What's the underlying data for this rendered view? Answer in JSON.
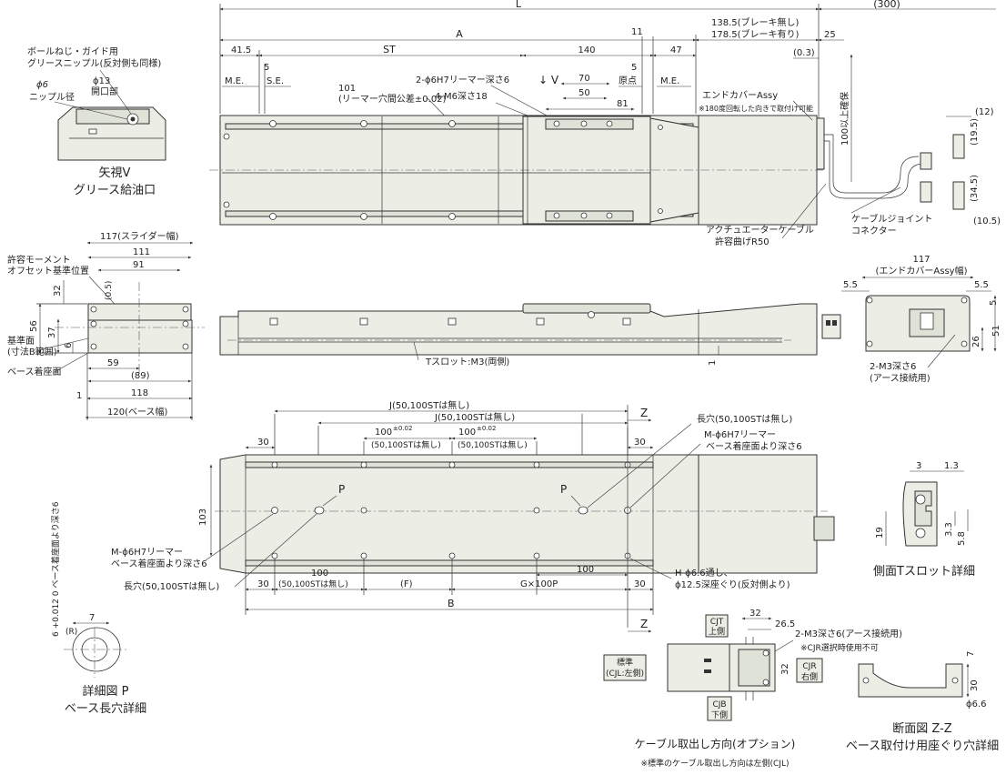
{
  "colors": {
    "body": "#eceee6",
    "shade": "#dfe2d7",
    "line": "#333333"
  },
  "top_view": {
    "dims": {
      "L": "L",
      "A": "A",
      "d300": "(300)",
      "d138": "138.5(ブレーキ無し)",
      "d178": "178.5(ブレーキ有り)",
      "d25": "25",
      "d03": "(0.3)",
      "d415": "41.5",
      "ST": "ST",
      "d140": "140",
      "d47": "47",
      "d11": "11",
      "d5a": "5",
      "d5b": "5",
      "ME1": "M.E.",
      "SE": "S.E.",
      "ME2": "M.E.",
      "origin": "原点",
      "d70": "70",
      "d50": "50",
      "d81": "81",
      "v_arrow": "↓ V"
    },
    "notes": {
      "n101": "101",
      "n101b": "(リーマー穴間公差±0.02)",
      "reamer": "2-ϕ6H7リーマー深さ6",
      "m6": "4-M6深さ18",
      "endcover": "エンドカバーAssy",
      "endcover_note": "※180度回転した向きで取付け可能",
      "clearance": "100以上確保",
      "cable": "アクチュエーターケーブル",
      "bend": "許容曲げR50",
      "joint": "ケーブルジョイント",
      "connector": "コネクター",
      "d12": "(12)",
      "d195": "(19.5)",
      "d345": "(34.5)",
      "d105": "(10.5)"
    }
  },
  "view_v": {
    "line1": "ボールねじ・ガイド用",
    "line2": "グリースニップル(反対側も同様)",
    "phi6": "ϕ6",
    "nipple": "ニップル径",
    "phi13": "ϕ13",
    "opening": "開口部",
    "title1": "矢視V",
    "title2": "グリース給油口"
  },
  "front_section": {
    "d117": "117(スライダー幅)",
    "d111": "111",
    "d91": "91",
    "d05": "(0.5)",
    "d32": "32",
    "d56": "56",
    "d37": "37",
    "d6": "6",
    "d59": "59",
    "d89": "(89)",
    "d118": "118",
    "d120": "120(ベース幅)",
    "d1": "1",
    "moment1": "許容モーメント",
    "moment2": "オフセット基準位置",
    "ref1": "基準面",
    "ref2": "(寸法B範囲)",
    "base_face": "ベース着座面"
  },
  "side_view": {
    "tslot": "Tスロット:M3(両側)",
    "d1": "1"
  },
  "end_view": {
    "d117": "117",
    "d117b": "(エンドカバーAssy幅)",
    "d55a": "5.5",
    "d55b": "5.5",
    "d5": "5",
    "d26": "26",
    "d51": "51",
    "m3": "2-M3深さ6",
    "earth": "(アース接続用)"
  },
  "bottom_view": {
    "J1": "J(50,100STは無し)",
    "J2": "J(50,100STは無し)",
    "d100a": "100",
    "tol_a": "±0.02",
    "d100a_note": "(50,100STは無し)",
    "d100b": "100",
    "tol_b": "±0.02",
    "d100b_note": "(50,100STは無し)",
    "d30a": "30",
    "d30b": "30",
    "d30c": "30",
    "d30d": "30",
    "d103": "103",
    "P1": "P",
    "P2": "P",
    "Z1": "Z",
    "Z2": "Z",
    "slot": "長穴(50,100STは無し)",
    "reamer1": "M-ϕ6H7リーマー",
    "reamer2": "ベース着座面より深さ6",
    "reamer_l1": "M-ϕ6H7リーマー",
    "reamer_l2": "ベース着座面より深さ6",
    "slot_l": "長穴(50,100STは無し)",
    "d100c": "100",
    "d100c_note": "(50,100STは無し)",
    "F": "(F)",
    "G": "G×100P",
    "d100d": "100",
    "B": "B",
    "h1": "H-ϕ6.6通し、",
    "h2": "ϕ12.5深座ぐり(反対側より)"
  },
  "detail_p": {
    "vtext": "6 +0.012 0 ベース着座面より深さ6",
    "d7": "7",
    "R": "(R)",
    "title1": "詳細図 P",
    "title2": "ベース長穴詳細"
  },
  "tslot_detail": {
    "d3": "3",
    "d13": "1.3",
    "d19": "19",
    "d33": "3.3",
    "d58": "5.8",
    "title": "側面Tスロット詳細"
  },
  "cable_exit": {
    "cjt1": "CJT",
    "cjt2": "上側",
    "d32": "32",
    "d265": "26.5",
    "m3": "2-M3深さ6(アース接続用)",
    "cjr_note": "※CJR選択時使用不可",
    "std1": "標準",
    "std2": "(CJL:左側)",
    "cjr1": "CJR",
    "cjr2": "右側",
    "cjb1": "CJB",
    "cjb2": "下側",
    "d32v": "32",
    "title": "ケーブル取出し方向(オプション)",
    "note": "※標準のケーブル取出し方向は左側(CJL)"
  },
  "section_zz": {
    "d7": "7",
    "d30": "30",
    "phi": "ϕ6.6",
    "title1": "断面図 Z-Z",
    "title2": "ベース取付け用座ぐり穴詳細"
  }
}
